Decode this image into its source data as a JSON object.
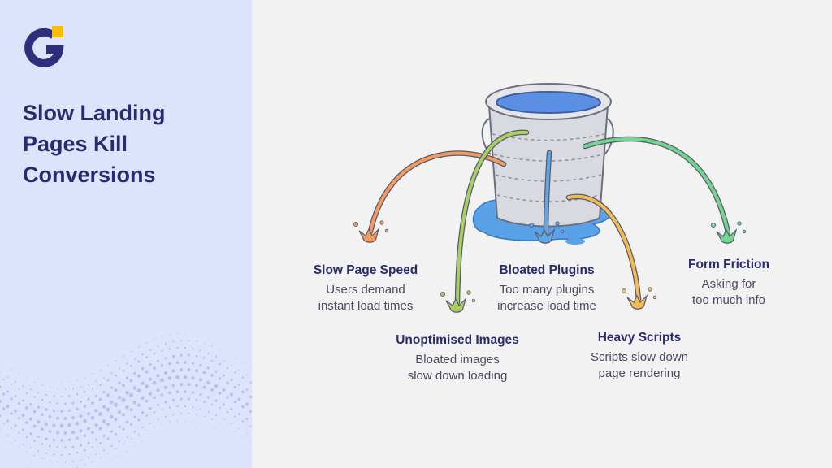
{
  "headline": [
    "Slow Landing",
    "Pages Kill",
    "Conversions"
  ],
  "logo": {
    "icon": "g-logo",
    "colors": {
      "main": "#2d2f7a",
      "accent": "#f6c000"
    }
  },
  "colors": {
    "sidebar_bg": "#dde3fb",
    "water": "#5aa2e8",
    "slow_page_speed": "#f39a5e",
    "unoptimised_images": "#a9cf62",
    "bloated_plugins": "#63a6e6",
    "heavy_scripts": "#f4bb52",
    "form_friction": "#74d58f"
  },
  "causes": [
    {
      "id": "slow_page_speed",
      "title": "Slow Page Speed",
      "lines": [
        "Users demand",
        "instant load times"
      ]
    },
    {
      "id": "unoptimised_images",
      "title": "Unoptimised Images",
      "lines": [
        "Bloated images",
        "slow down loading"
      ]
    },
    {
      "id": "bloated_plugins",
      "title": "Bloated Plugins",
      "lines": [
        "Too many plugins",
        "increase load time"
      ]
    },
    {
      "id": "heavy_scripts",
      "title": "Heavy Scripts",
      "lines": [
        "Scripts slow down",
        "page rendering"
      ]
    },
    {
      "id": "form_friction",
      "title": "Form Friction",
      "lines": [
        "Asking for",
        "too much  info"
      ]
    }
  ]
}
